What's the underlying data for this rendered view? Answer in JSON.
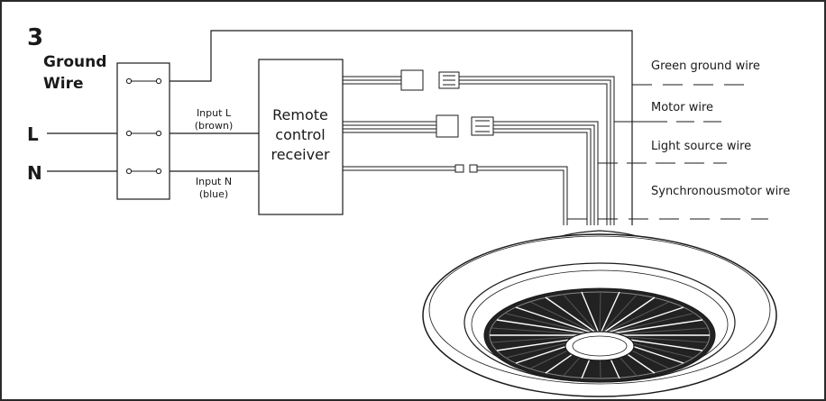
{
  "step_number": "3",
  "terminal_block": {
    "ground_label_line1": "Ground",
    "ground_label_line2": "Wire",
    "l_label": "L",
    "n_label": "N"
  },
  "inputs": {
    "input_l_line1": "Input L",
    "input_l_line2": "(brown)",
    "input_n_line1": "Input N",
    "input_n_line2": "(blue)"
  },
  "receiver": {
    "line1": "Remote",
    "line2": "control",
    "line3": "receiver"
  },
  "wire_labels": {
    "green_ground": "Green ground wire",
    "motor": "Motor wire",
    "light_source": "Light source wire",
    "synchronous_motor": "Synchronousmotor wire"
  },
  "colors": {
    "line": "#1a1a1a",
    "frame": "#2a2a2a",
    "background": "#ffffff"
  }
}
